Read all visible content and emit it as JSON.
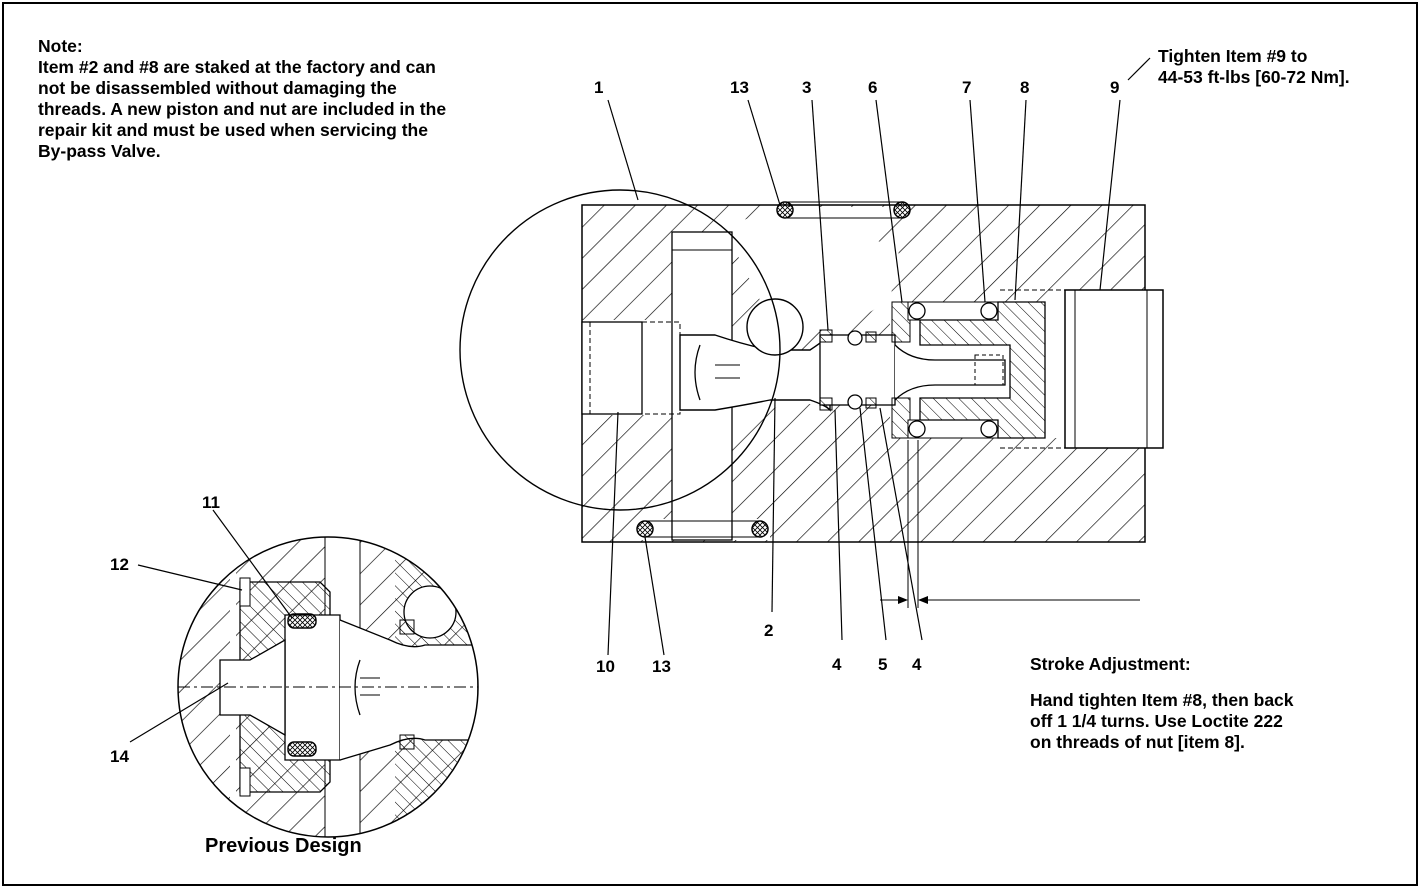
{
  "note": {
    "heading": "Note:",
    "lines": [
      "Item #2 and #8 are staked at the factory and can",
      "not be disassembled without damaging the",
      "threads. A new piston and nut are included in the",
      "repair kit and must be used when servicing the",
      "By-pass Valve."
    ]
  },
  "torque_note": {
    "lines": [
      "Tighten Item #9 to",
      "44-53 ft-lbs [60-72 Nm]."
    ]
  },
  "stroke_adjustment": {
    "title": "Stroke Adjustment:",
    "lines": [
      "Hand tighten Item #8, then back",
      "off 1 1/4 turns. Use Loctite 222",
      "on threads of nut [item 8]."
    ]
  },
  "detail_caption": "Previous Design",
  "callouts": {
    "top": [
      "1",
      "13",
      "3",
      "6",
      "7",
      "8",
      "9"
    ],
    "bottom": [
      "10",
      "13",
      "2",
      "4",
      "5",
      "4"
    ],
    "detail": [
      "11",
      "12",
      "14"
    ]
  },
  "colors": {
    "line": "#000000",
    "background": "#ffffff"
  }
}
